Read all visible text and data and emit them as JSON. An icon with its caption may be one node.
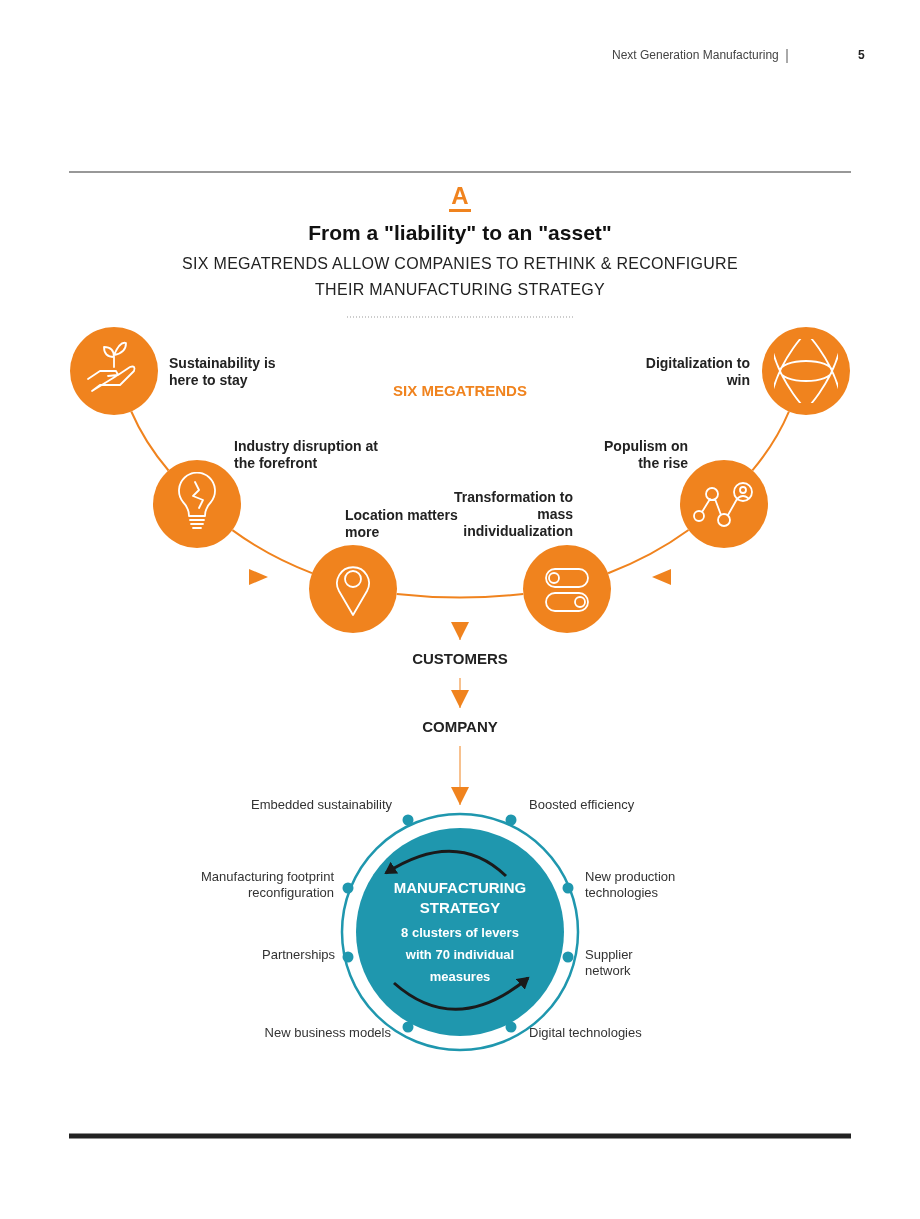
{
  "diagram": {
    "title": "From a \"liability\" to an \"asset\"",
    "nodes": [
      {
        "text": [],
        "shape": "circle",
        "beside": [
          "Sustainability is here to stay"
        ]
      },
      {
        "text": [],
        "shape": "circle",
        "beside": [
          "Industry disruption at the forefront"
        ]
      },
      {
        "text": [],
        "shape": "circle",
        "beside": [
          "Location matters more"
        ]
      },
      {
        "text": [],
        "shape": "circle",
        "beside": [
          "Transformation to mass individualization"
        ]
      },
      {
        "text": [],
        "shape": "circle",
        "beside": [
          "Populism on the rise"
        ]
      },
      {
        "text": [],
        "shape": "circle",
        "beside": [
          "Digitalization to win"
        ]
      },
      {
        "text": [
          "CUSTOMERS"
        ]
      },
      {
        "text": [
          "COMPANY"
        ]
      },
      {
        "text": [
          "MANUFACTURING STRATEGY",
          "8 clusters of levers with 70 individual measures"
        ]
      }
    ],
    "edges": [
      {
        "from": 0,
        "to": 1,
        "arrow": "none"
      },
      {
        "from": 1,
        "to": 2,
        "arrow": "none"
      },
      {
        "from": 2,
        "to": 3,
        "arrow": "none"
      },
      {
        "from": 3,
        "to": 4,
        "arrow": "none"
      },
      {
        "from": 4,
        "to": 5,
        "arrow": "none"
      },
      {
        "from": null,
        "to": 6,
        "arrow": "to"
      },
      {
        "from": 6,
        "to": 7,
        "arrow": "to"
      },
      {
        "from": 7,
        "to": 8,
        "arrow": "to"
      }
    ],
    "labels": [
      "Next Generation Manufacturing",
      "5",
      "A",
      "SIX MEGATRENDS ALLOW COMPANIES TO RETHINK & RECONFIGURE THEIR MANUFACTURING STRATEGY",
      "SIX MEGATRENDS",
      "Embedded sustainability",
      "Boosted efficiency",
      "Manufacturing footprint reconfiguration",
      "New production technologies",
      "Partnerships",
      "Supplier network",
      "New business models",
      "Digital technologies"
    ]
  }
}
